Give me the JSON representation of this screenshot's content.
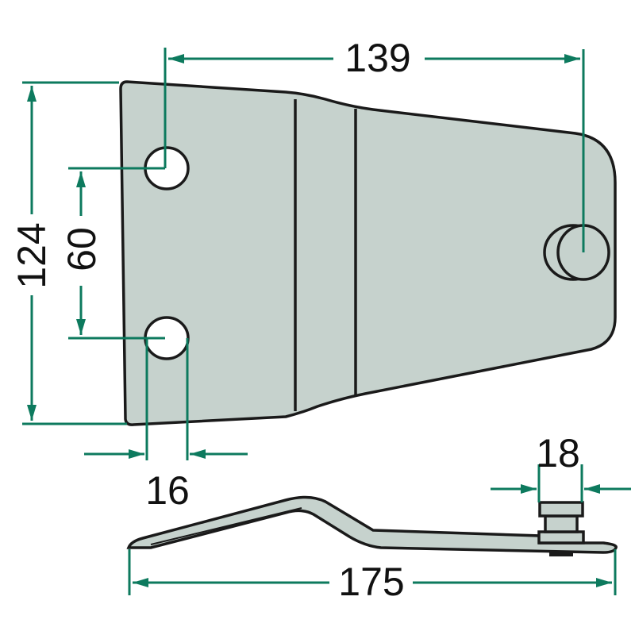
{
  "dimensions": {
    "width_hole_to_pin": "139",
    "overall_height": "124",
    "hole_spacing": "60",
    "hole_diameter": "16",
    "pin_diameter": "18",
    "overall_length": "175"
  },
  "colors": {
    "dimension_line": "#0d7a5e",
    "part_fill": "#c6d2cd",
    "outline": "#1a1a1a"
  }
}
